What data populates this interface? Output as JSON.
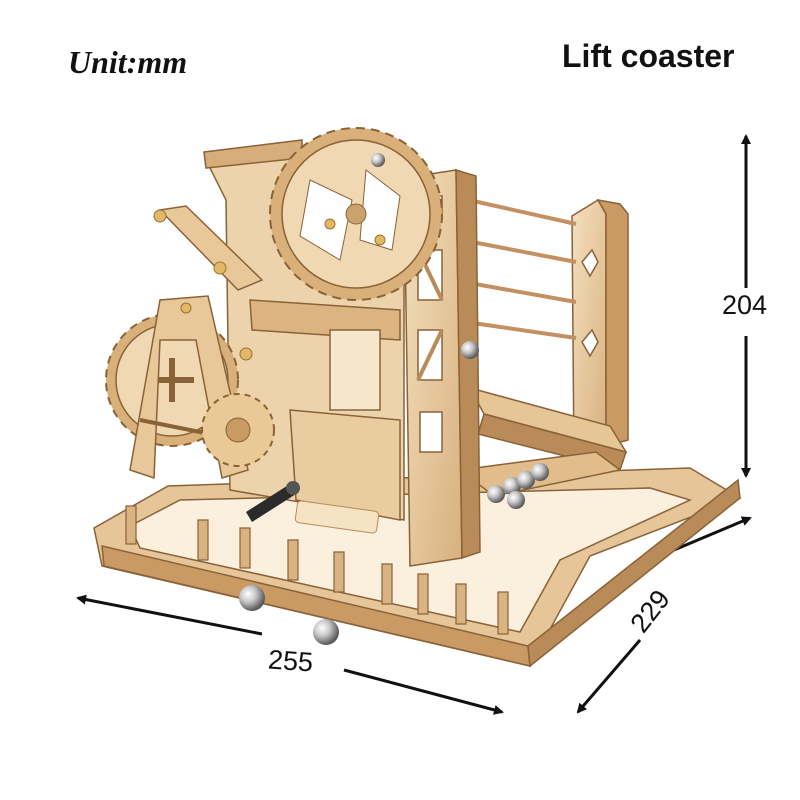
{
  "header": {
    "unit_label": "Unit:mm",
    "title": "Lift coaster"
  },
  "dimensions": {
    "height": "204",
    "width": "255",
    "depth": "229"
  },
  "colors": {
    "wood_light": "#f1d9b5",
    "wood_mid": "#dfbb8c",
    "wood_dark": "#b98b58",
    "edge": "#8a6238",
    "arrow": "#111111"
  }
}
